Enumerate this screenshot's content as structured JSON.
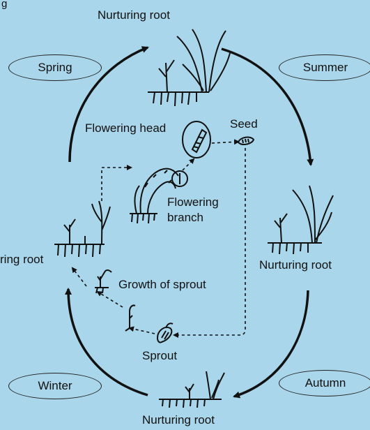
{
  "corner_letter": "g",
  "seasons": {
    "spring": "Spring",
    "summer": "Summer",
    "autumn": "Autumn",
    "winter": "Winter"
  },
  "labels": {
    "nurturing_root_top": "Nurturing root",
    "nurturing_root_right": "Nurturing root",
    "nurturing_root_bottom": "Nurturing root",
    "nurturing_root_left": "ring root",
    "flowering_head": "Flowering head",
    "seed": "Seed",
    "flowering_branch_1": "Flowering",
    "flowering_branch_2": "branch",
    "growth_of_sprout": "Growth of sprout",
    "sprout": "Sprout"
  },
  "colors": {
    "background": "#a9d6ea",
    "ink": "#111111"
  }
}
